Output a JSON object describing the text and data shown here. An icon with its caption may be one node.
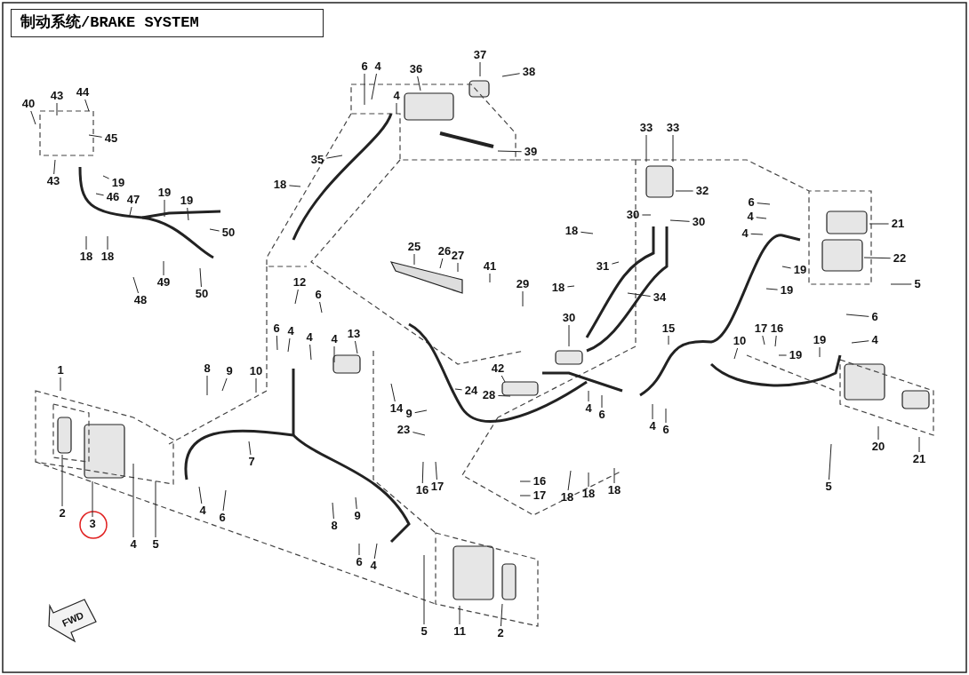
{
  "diagram": {
    "title": "制动系统/BRAKE SYSTEM",
    "nodes": [
      {
        "text": [
          "40"
        ]
      },
      {
        "text": [
          "43"
        ]
      },
      {
        "text": [
          "44"
        ]
      },
      {
        "text": [
          "45"
        ]
      },
      {
        "text": [
          "43"
        ]
      },
      {
        "text": [
          "19"
        ]
      },
      {
        "text": [
          "46"
        ]
      },
      {
        "text": [
          "47"
        ]
      },
      {
        "text": [
          "19"
        ]
      },
      {
        "text": [
          "19"
        ]
      },
      {
        "text": [
          "50"
        ]
      },
      {
        "text": [
          "18"
        ]
      },
      {
        "text": [
          "18"
        ]
      },
      {
        "text": [
          "48"
        ]
      },
      {
        "text": [
          "49"
        ]
      },
      {
        "text": [
          "50"
        ]
      },
      {
        "text": [
          "6"
        ]
      },
      {
        "text": [
          "4"
        ]
      },
      {
        "text": [
          "4"
        ]
      },
      {
        "text": [
          "36"
        ]
      },
      {
        "text": [
          "37"
        ]
      },
      {
        "text": [
          "38"
        ]
      },
      {
        "text": [
          "39"
        ]
      },
      {
        "text": [
          "35"
        ]
      },
      {
        "text": [
          "18"
        ]
      },
      {
        "text": [
          "33"
        ]
      },
      {
        "text": [
          "33"
        ]
      },
      {
        "text": [
          "32"
        ]
      },
      {
        "text": [
          "30"
        ]
      },
      {
        "text": [
          "30"
        ]
      },
      {
        "text": [
          "18"
        ]
      },
      {
        "text": [
          "31"
        ]
      },
      {
        "text": [
          "34"
        ]
      },
      {
        "text": [
          "25"
        ]
      },
      {
        "text": [
          "26"
        ]
      },
      {
        "text": [
          "27"
        ]
      },
      {
        "text": [
          "41"
        ]
      },
      {
        "text": [
          "18"
        ]
      },
      {
        "text": [
          "29"
        ]
      },
      {
        "text": [
          "30"
        ]
      },
      {
        "text": [
          "6"
        ]
      },
      {
        "text": [
          "4"
        ]
      },
      {
        "text": [
          "4"
        ]
      },
      {
        "text": [
          "21"
        ]
      },
      {
        "text": [
          "22"
        ]
      },
      {
        "text": [
          "5"
        ]
      },
      {
        "text": [
          "19"
        ]
      },
      {
        "text": [
          "19"
        ]
      },
      {
        "text": [
          "12"
        ]
      },
      {
        "text": [
          "6"
        ]
      },
      {
        "text": [
          "13"
        ]
      },
      {
        "text": [
          "4"
        ]
      },
      {
        "text": [
          "4"
        ]
      },
      {
        "text": [
          "4"
        ]
      },
      {
        "text": [
          "6"
        ]
      },
      {
        "text": [
          "8"
        ]
      },
      {
        "text": [
          "9"
        ]
      },
      {
        "text": [
          "10"
        ]
      },
      {
        "text": [
          "7"
        ]
      },
      {
        "text": [
          "1"
        ]
      },
      {
        "text": [
          "2"
        ]
      },
      {
        "text": [
          "3"
        ]
      },
      {
        "text": [
          "4"
        ]
      },
      {
        "text": [
          "5"
        ]
      },
      {
        "text": [
          "4"
        ]
      },
      {
        "text": [
          "6"
        ]
      },
      {
        "text": [
          "15"
        ]
      },
      {
        "text": [
          "10"
        ]
      },
      {
        "text": [
          "17"
        ]
      },
      {
        "text": [
          "16"
        ]
      },
      {
        "text": [
          "19"
        ]
      },
      {
        "text": [
          "19"
        ]
      },
      {
        "text": [
          "6"
        ]
      },
      {
        "text": [
          "4"
        ]
      },
      {
        "text": [
          "14"
        ]
      },
      {
        "text": [
          "9"
        ]
      },
      {
        "text": [
          "23"
        ]
      },
      {
        "text": [
          "24"
        ]
      },
      {
        "text": [
          "42"
        ]
      },
      {
        "text": [
          "28"
        ]
      },
      {
        "text": [
          "4"
        ]
      },
      {
        "text": [
          "6"
        ]
      },
      {
        "text": [
          "4"
        ]
      },
      {
        "text": [
          "6"
        ]
      },
      {
        "text": [
          "20"
        ]
      },
      {
        "text": [
          "21"
        ]
      },
      {
        "text": [
          "5"
        ]
      },
      {
        "text": [
          "16"
        ]
      },
      {
        "text": [
          "17"
        ]
      },
      {
        "text": [
          "16"
        ]
      },
      {
        "text": [
          "17"
        ]
      },
      {
        "text": [
          "18"
        ]
      },
      {
        "text": [
          "18"
        ]
      },
      {
        "text": [
          "18"
        ]
      },
      {
        "text": [
          "9"
        ]
      },
      {
        "text": [
          "8"
        ]
      },
      {
        "text": [
          "6"
        ]
      },
      {
        "text": [
          "4"
        ]
      },
      {
        "text": [
          "5"
        ]
      },
      {
        "text": [
          "11"
        ]
      },
      {
        "text": [
          "2"
        ]
      }
    ],
    "edges": [
      {
        "from": 0,
        "to": null,
        "arrow": "none"
      },
      {
        "from": 1,
        "to": null,
        "arrow": "none"
      },
      {
        "from": 2,
        "to": null,
        "arrow": "none"
      },
      {
        "from": 3,
        "to": null,
        "arrow": "none"
      },
      {
        "from": 4,
        "to": null,
        "arrow": "none"
      },
      {
        "from": 5,
        "to": null,
        "arrow": "none"
      },
      {
        "from": 6,
        "to": null,
        "arrow": "none"
      },
      {
        "from": 7,
        "to": null,
        "arrow": "none"
      },
      {
        "from": 8,
        "to": null,
        "arrow": "none"
      },
      {
        "from": 9,
        "to": null,
        "arrow": "none"
      },
      {
        "from": 10,
        "to": null,
        "arrow": "none"
      },
      {
        "from": 11,
        "to": null,
        "arrow": "none"
      },
      {
        "from": 12,
        "to": null,
        "arrow": "none"
      },
      {
        "from": 13,
        "to": null,
        "arrow": "none"
      },
      {
        "from": 14,
        "to": null,
        "arrow": "none"
      },
      {
        "from": 15,
        "to": null,
        "arrow": "none"
      },
      {
        "from": 16,
        "to": null,
        "arrow": "none"
      },
      {
        "from": 17,
        "to": null,
        "arrow": "none"
      },
      {
        "from": 18,
        "to": null,
        "arrow": "none"
      },
      {
        "from": 19,
        "to": null,
        "arrow": "none"
      },
      {
        "from": 20,
        "to": null,
        "arrow": "none"
      },
      {
        "from": 21,
        "to": null,
        "arrow": "none"
      },
      {
        "from": 22,
        "to": null,
        "arrow": "none"
      },
      {
        "from": 23,
        "to": null,
        "arrow": "none"
      },
      {
        "from": 24,
        "to": null,
        "arrow": "none"
      },
      {
        "from": 25,
        "to": null,
        "arrow": "none"
      },
      {
        "from": 26,
        "to": null,
        "arrow": "none"
      },
      {
        "from": 27,
        "to": null,
        "arrow": "none"
      },
      {
        "from": 28,
        "to": null,
        "arrow": "none"
      },
      {
        "from": 29,
        "to": null,
        "arrow": "none"
      },
      {
        "from": 30,
        "to": null,
        "arrow": "none"
      },
      {
        "from": 31,
        "to": null,
        "arrow": "none"
      },
      {
        "from": 32,
        "to": null,
        "arrow": "none"
      },
      {
        "from": 33,
        "to": null,
        "arrow": "none"
      },
      {
        "from": 34,
        "to": null,
        "arrow": "none"
      },
      {
        "from": 35,
        "to": null,
        "arrow": "none"
      },
      {
        "from": 36,
        "to": null,
        "arrow": "none"
      },
      {
        "from": 37,
        "to": null,
        "arrow": "none"
      },
      {
        "from": 38,
        "to": null,
        "arrow": "none"
      },
      {
        "from": 39,
        "to": null,
        "arrow": "none"
      },
      {
        "from": 40,
        "to": null,
        "arrow": "none"
      },
      {
        "from": 41,
        "to": null,
        "arrow": "none"
      },
      {
        "from": 42,
        "to": null,
        "arrow": "none"
      },
      {
        "from": 43,
        "to": null,
        "arrow": "none"
      },
      {
        "from": 44,
        "to": null,
        "arrow": "none"
      },
      {
        "from": 45,
        "to": null,
        "arrow": "none"
      },
      {
        "from": 46,
        "to": null,
        "arrow": "none"
      },
      {
        "from": 47,
        "to": null,
        "arrow": "none"
      },
      {
        "from": 48,
        "to": null,
        "arrow": "none"
      },
      {
        "from": 49,
        "to": null,
        "arrow": "none"
      },
      {
        "from": 50,
        "to": null,
        "arrow": "none"
      },
      {
        "from": 51,
        "to": null,
        "arrow": "none"
      },
      {
        "from": 52,
        "to": null,
        "arrow": "none"
      },
      {
        "from": 53,
        "to": null,
        "arrow": "none"
      },
      {
        "from": 54,
        "to": null,
        "arrow": "none"
      },
      {
        "from": 55,
        "to": null,
        "arrow": "none"
      },
      {
        "from": 56,
        "to": null,
        "arrow": "none"
      },
      {
        "from": 57,
        "to": null,
        "arrow": "none"
      },
      {
        "from": 58,
        "to": null,
        "arrow": "none"
      },
      {
        "from": 59,
        "to": null,
        "arrow": "none"
      },
      {
        "from": 60,
        "to": null,
        "arrow": "none"
      },
      {
        "from": 61,
        "to": null,
        "arrow": "none"
      },
      {
        "from": 62,
        "to": null,
        "arrow": "none"
      },
      {
        "from": 63,
        "to": null,
        "arrow": "none"
      },
      {
        "from": 64,
        "to": null,
        "arrow": "none"
      },
      {
        "from": 65,
        "to": null,
        "arrow": "none"
      },
      {
        "from": 66,
        "to": null,
        "arrow": "none"
      },
      {
        "from": 67,
        "to": null,
        "arrow": "none"
      },
      {
        "from": 68,
        "to": null,
        "arrow": "none"
      },
      {
        "from": 69,
        "to": null,
        "arrow": "none"
      },
      {
        "from": 70,
        "to": null,
        "arrow": "none"
      },
      {
        "from": 71,
        "to": null,
        "arrow": "none"
      },
      {
        "from": 72,
        "to": null,
        "arrow": "none"
      },
      {
        "from": 73,
        "to": null,
        "arrow": "none"
      },
      {
        "from": 74,
        "to": null,
        "arrow": "none"
      },
      {
        "from": 75,
        "to": null,
        "arrow": "none"
      },
      {
        "from": 76,
        "to": null,
        "arrow": "none"
      },
      {
        "from": 77,
        "to": null,
        "arrow": "none"
      },
      {
        "from": 78,
        "to": null,
        "arrow": "none"
      },
      {
        "from": 79,
        "to": null,
        "arrow": "none"
      },
      {
        "from": 80,
        "to": null,
        "arrow": "none"
      },
      {
        "from": 81,
        "to": null,
        "arrow": "none"
      },
      {
        "from": 82,
        "to": null,
        "arrow": "none"
      },
      {
        "from": 83,
        "to": null,
        "arrow": "none"
      },
      {
        "from": 84,
        "to": null,
        "arrow": "none"
      },
      {
        "from": 85,
        "to": null,
        "arrow": "none"
      },
      {
        "from": 86,
        "to": null,
        "arrow": "none"
      },
      {
        "from": 87,
        "to": null,
        "arrow": "none"
      },
      {
        "from": 88,
        "to": null,
        "arrow": "none"
      },
      {
        "from": 89,
        "to": null,
        "arrow": "none"
      },
      {
        "from": 90,
        "to": null,
        "arrow": "none"
      },
      {
        "from": 91,
        "to": null,
        "arrow": "none"
      },
      {
        "from": 92,
        "to": null,
        "arrow": "none"
      },
      {
        "from": 93,
        "to": null,
        "arrow": "none"
      },
      {
        "from": 94,
        "to": null,
        "arrow": "none"
      },
      {
        "from": 95,
        "to": null,
        "arrow": "none"
      },
      {
        "from": 96,
        "to": null,
        "arrow": "none"
      },
      {
        "from": 97,
        "to": null,
        "arrow": "none"
      },
      {
        "from": 98,
        "to": null,
        "arrow": "none"
      },
      {
        "from": 99,
        "to": null,
        "arrow": "none"
      },
      {
        "from": 100,
        "to": null,
        "arrow": "none"
      }
    ],
    "labels": [
      "FWD"
    ]
  }
}
